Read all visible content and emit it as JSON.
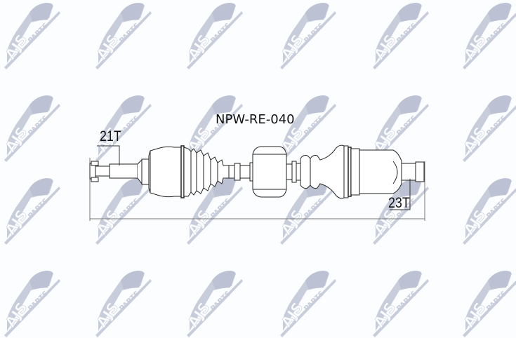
{
  "diagram": {
    "part_number": "NPW-RE-040",
    "type": "drive shaft (CV axle) technical drawing",
    "left_end": {
      "spline_count": "21T"
    },
    "right_end": {
      "spline_count": "23T"
    }
  },
  "watermark": {
    "brand": "AJS",
    "sub": "PARTS",
    "color": "#c5cad9",
    "columns": [
      0,
      130,
      262,
      395,
      527,
      655
    ],
    "rows": [
      0,
      130,
      252,
      382
    ]
  },
  "colors": {
    "background": "#fcfdfe",
    "line": "#222222",
    "text": "#111111"
  }
}
